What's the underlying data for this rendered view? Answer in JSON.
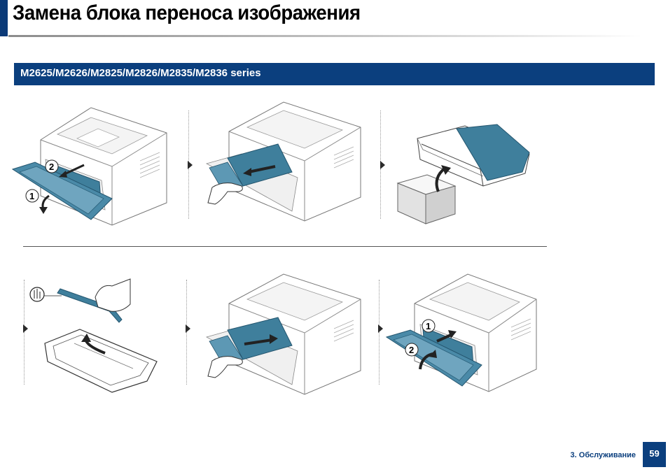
{
  "header": {
    "title": "Замена блока переноса изображения"
  },
  "banner": {
    "series": "M2625/M2626/M2825/M2826/M2835/M2836 series"
  },
  "steps": {
    "s1": {
      "badge_a": "2",
      "badge_b": "1",
      "icon": "printer-open-front-cover-illustration"
    },
    "s2": {
      "icon": "remove-imaging-unit-illustration"
    },
    "s3": {
      "icon": "unpack-new-imaging-unit-illustration"
    },
    "s4": {
      "icon": "remove-protective-part-illustration"
    },
    "s5": {
      "icon": "insert-imaging-unit-illustration"
    },
    "s6": {
      "badge_a": "1",
      "badge_b": "2",
      "icon": "close-front-cover-illustration"
    }
  },
  "footer": {
    "section": "3.  Обслуживание",
    "page_number": "59"
  },
  "colors": {
    "brand_blue": "#0b3f7e",
    "part_teal": "#3f7f9c"
  }
}
